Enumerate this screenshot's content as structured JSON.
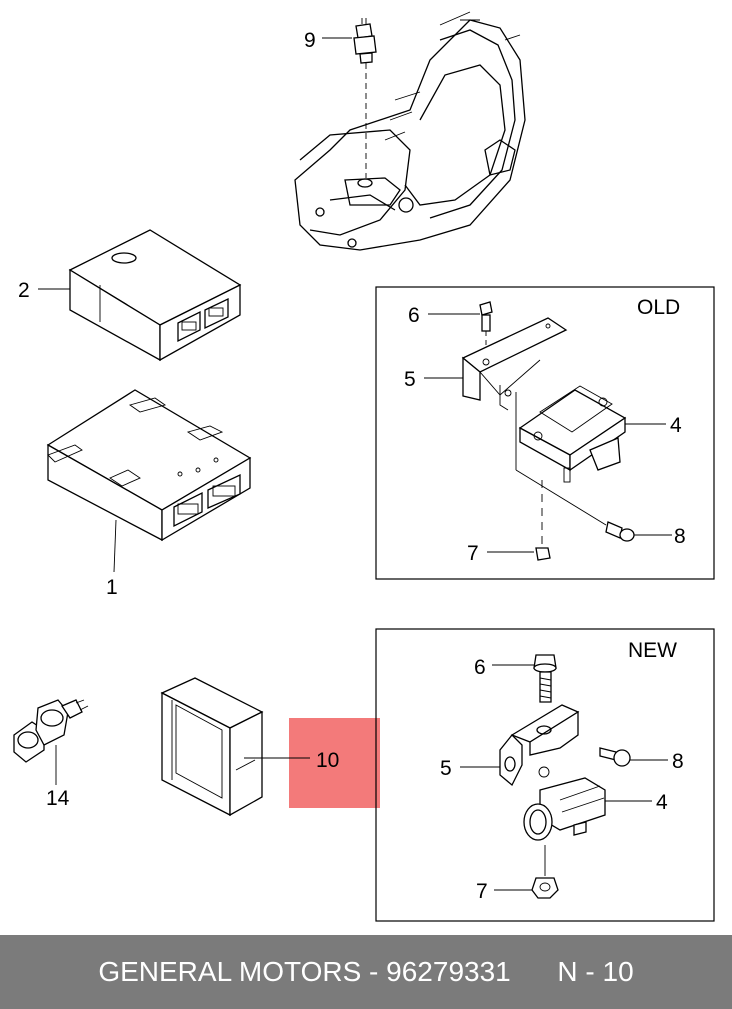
{
  "callouts": {
    "c1": "1",
    "c2": "2",
    "c9": "9",
    "c14": "14",
    "c10": "10",
    "old_6": "6",
    "old_5": "5",
    "old_4": "4",
    "old_8": "8",
    "old_7": "7",
    "new_6": "6",
    "new_5": "5",
    "new_4": "4",
    "new_8": "8",
    "new_7": "7"
  },
  "panels": {
    "old_label": "OLD",
    "new_label": "NEW"
  },
  "footer": {
    "brand_part": "GENERAL MOTORS - 96279331",
    "page_code": "N - 10"
  },
  "colors": {
    "highlight": "#f37a7a",
    "footer_bg": "#7b7b7b",
    "footer_text": "#ffffff"
  }
}
